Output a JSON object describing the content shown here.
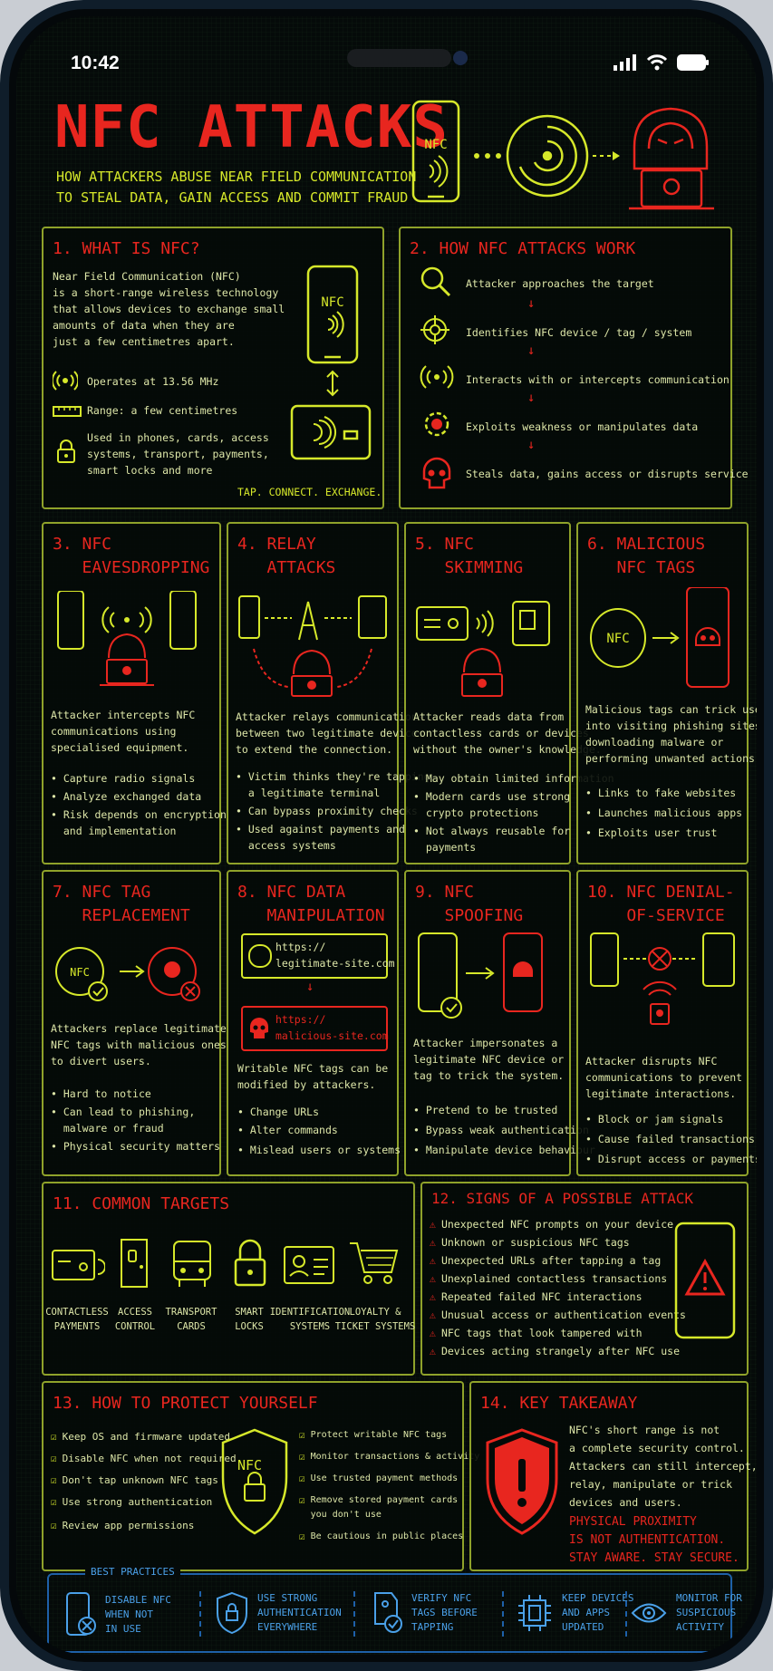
{
  "status_bar": {
    "time": "10:42"
  },
  "header": {
    "title": "NFC ATTACKS",
    "subtitle_line1": "HOW ATTACKERS ABUSE NEAR FIELD COMMUNICATION",
    "subtitle_line2": "TO STEAL DATA, GAIN ACCESS AND COMMIT FRAUD",
    "phone_icon_text": "NFC"
  },
  "s1": {
    "title": "1. WHAT IS NFC?",
    "body": "Near Field Communication (NFC)\nis a short-range wireless technology\nthat allows devices to exchange small\namounts of data when they are\njust a few centimetres apart.",
    "freq": "Operates at 13.56 MHz",
    "range": "Range: a few centimetres",
    "uses": "Used in phones, cards, access\nsystems, transport, payments,\nsmart locks and more",
    "tagline": "TAP. CONNECT. EXCHANGE.",
    "phone_text": "NFC"
  },
  "s2": {
    "title": "2. HOW NFC ATTACKS WORK",
    "steps": [
      "Attacker approaches the target",
      "Identifies NFC device / tag / system",
      "Interacts with or intercepts communication",
      "Exploits weakness or manipulates data",
      "Steals data, gains access or disrupts service"
    ]
  },
  "s3": {
    "title": "3. NFC\n   EAVESDROPPING",
    "body": "Attacker intercepts NFC\ncommunications using\nspecialised equipment.",
    "bullets": [
      "Capture radio signals",
      "Analyze exchanged data",
      "Risk depends on encryption\n  and implementation"
    ]
  },
  "s4": {
    "title": "4. RELAY\n   ATTACKS",
    "body": "Attacker relays communications\nbetween two legitimate devices\nto extend the connection.",
    "bullets": [
      "Victim thinks they're tapping\n  a legitimate terminal",
      "Can bypass proximity checks",
      "Used against payments and\n  access systems"
    ]
  },
  "s5": {
    "title": "5. NFC\n   SKIMMING",
    "body": "Attacker reads data from\ncontactless cards or devices\nwithout the owner's knowledge.",
    "bullets": [
      "May obtain limited information",
      "Modern cards use strong\n  crypto protections",
      "Not always reusable for\n  payments"
    ]
  },
  "s6": {
    "title": "6. MALICIOUS\n   NFC TAGS",
    "body": "Malicious tags can trick users\ninto visiting phishing sites,\ndownloading malware or\nperforming unwanted actions.",
    "bullets": [
      "Links to fake websites",
      "Launches malicious apps",
      "Exploits user trust"
    ],
    "tag_text": "NFC"
  },
  "s7": {
    "title": "7. NFC TAG\n   REPLACEMENT",
    "body": "Attackers replace legitimate\nNFC tags with malicious ones\nto divert users.",
    "bullets": [
      "Hard to notice",
      "Can lead to phishing,\n  malware or fraud",
      "Physical security matters"
    ],
    "tag_text": "NFC"
  },
  "s8": {
    "title": "8. NFC DATA\n   MANIPULATION",
    "good_url": "https://\nlegitimate-site.com",
    "bad_url": "https://\nmalicious-site.com",
    "body": "Writable NFC tags can be\nmodified by attackers.",
    "bullets": [
      "Change URLs",
      "Alter commands",
      "Mislead users or systems"
    ]
  },
  "s9": {
    "title": "9. NFC\n   SPOOFING",
    "body": "Attacker impersonates a\nlegitimate NFC device or\ntag to trick the system.",
    "bullets": [
      "Pretend to be trusted",
      "Bypass weak authentication",
      "Manipulate device behaviour"
    ]
  },
  "s10": {
    "title": "10. NFC DENIAL-\n    OF-SERVICE",
    "body": "Attacker disrupts NFC\ncommunications to prevent\nlegitimate interactions.",
    "bullets": [
      "Block or jam signals",
      "Cause failed transactions",
      "Disrupt access or payments"
    ]
  },
  "s11": {
    "title": "11. COMMON TARGETS",
    "targets": [
      {
        "label": "CONTACTLESS\nPAYMENTS",
        "icon": "card-icon"
      },
      {
        "label": "ACCESS\nCONTROL",
        "icon": "door-icon"
      },
      {
        "label": "TRANSPORT\nCARDS",
        "icon": "bus-icon"
      },
      {
        "label": "SMART\nLOCKS",
        "icon": "lock-icon"
      },
      {
        "label": "IDENTIFICATION\nSYSTEMS",
        "icon": "id-card-icon"
      },
      {
        "label": "LOYALTY &\nTICKET SYSTEMS",
        "icon": "cart-icon"
      }
    ]
  },
  "s12": {
    "title": "12. SIGNS OF A POSSIBLE ATTACK",
    "signs": [
      "Unexpected NFC prompts on your device",
      "Unknown or suspicious NFC tags",
      "Unexpected URLs after tapping a tag",
      "Unexplained contactless transactions",
      "Repeated failed NFC interactions",
      "Unusual access or authentication events",
      "NFC tags that look tampered with",
      "Devices acting strangely after NFC use"
    ]
  },
  "s13": {
    "title": "13. HOW TO PROTECT YOURSELF",
    "left": [
      "Keep OS and firmware updated",
      "Disable NFC when not required",
      "Don't tap unknown NFC tags",
      "Use strong authentication",
      "Review app permissions"
    ],
    "right": [
      "Protect writable NFC tags",
      "Monitor transactions & activity",
      "Use trusted payment methods",
      "Remove stored payment cards\nyou don't use",
      "Be cautious in public places"
    ],
    "shield_text": "NFC"
  },
  "s14": {
    "title": "14. KEY TAKEAWAY",
    "body": "NFC's short range is not\na complete security control.\nAttackers can still intercept,\nrelay, manipulate or trick\ndevices and users.",
    "emphasis": "PHYSICAL PROXIMITY\nIS NOT AUTHENTICATION.\nSTAY AWARE. STAY SECURE."
  },
  "best_practices": {
    "label": "BEST PRACTICES",
    "items": [
      {
        "text": "DISABLE NFC\nWHEN NOT\nIN USE",
        "icon": "phone-off-icon"
      },
      {
        "text": "USE STRONG\nAUTHENTICATION\nEVERYWHERE",
        "icon": "shield-lock-icon"
      },
      {
        "text": "VERIFY NFC\nTAGS BEFORE\nTAPPING",
        "icon": "tag-check-icon"
      },
      {
        "text": "KEEP DEVICES\nAND APPS\nUPDATED",
        "icon": "chip-icon"
      },
      {
        "text": "MONITOR FOR\nSUSPICIOUS\nACTIVITY",
        "icon": "eye-icon"
      }
    ]
  },
  "colors": {
    "accent_red": "#e8261f",
    "accent_yellow": "#d6e82a",
    "border": "#8fa22a",
    "blue": "#4aa0e8"
  }
}
